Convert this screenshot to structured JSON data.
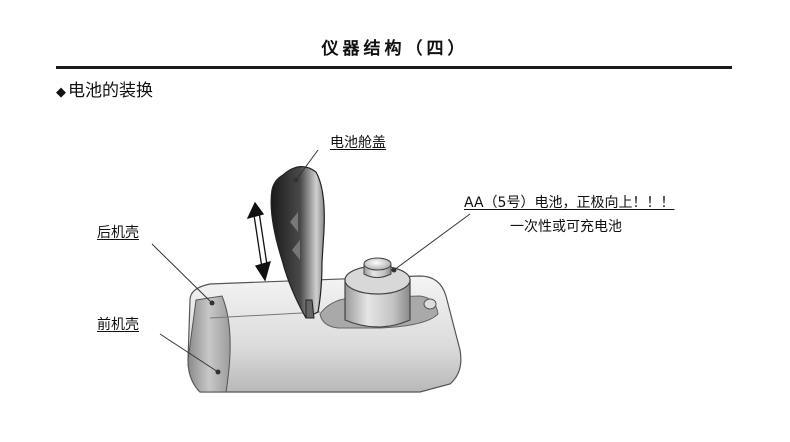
{
  "page": {
    "title": "仪器结构（四）",
    "section_heading": "电池的装换"
  },
  "labels": {
    "battery_cover": "电池舱盖",
    "battery_note_line1": "AA（5号）电池，正极向上！！！",
    "battery_note_line2": "一次性或可充电池",
    "rear_shell": "后机壳",
    "front_shell": "前机壳"
  },
  "icons": {
    "bullet": "filled-diamond",
    "motion": "double-headed-vertical-arrow"
  }
}
